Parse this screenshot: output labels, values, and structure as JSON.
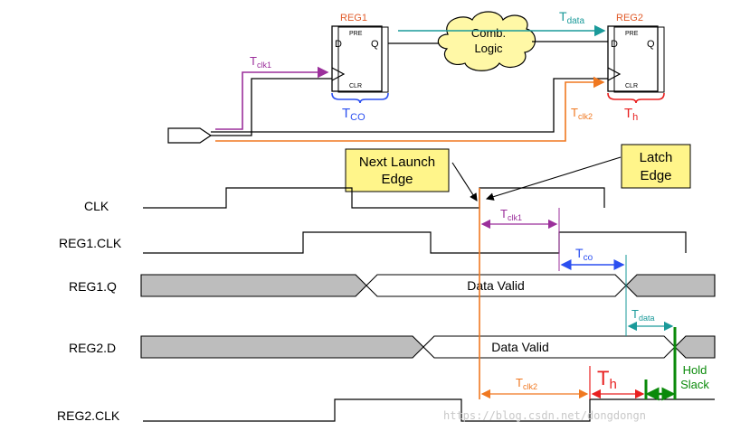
{
  "colors": {
    "wire": "#000000",
    "clk1": "#9b2f9b",
    "clk2": "#f07820",
    "data_path": "#1a9a9a",
    "tco": "#2b4ff0",
    "hold": "#e82020",
    "slack": "#0a8a0a",
    "callout_fill": "#fff58a",
    "bus_fill": "#bdbdbd",
    "cloud_fill": "#fff8a6",
    "reg_label": "#e05a28"
  },
  "circuit": {
    "reg1": {
      "name": "REG1",
      "d": "D",
      "q": "Q",
      "pre": "PRE",
      "clr": "CLR"
    },
    "reg2": {
      "name": "REG2",
      "d": "D",
      "q": "Q",
      "pre": "PRE",
      "clr": "CLR"
    },
    "comb_logic": {
      "line1": "Comb.",
      "line2": "Logic"
    },
    "t_data": {
      "base": "T",
      "sub": "data"
    },
    "t_clk1": {
      "base": "T",
      "sub": "clk1"
    },
    "t_co": {
      "base": "T",
      "sub": "CO"
    },
    "t_clk2": {
      "base": "T",
      "sub": "clk2"
    },
    "t_h": {
      "base": "T",
      "sub": "h"
    }
  },
  "callouts": {
    "launch": {
      "line1": "Next Launch",
      "line2": "Edge"
    },
    "latch": {
      "line1": "Latch",
      "line2": "Edge"
    }
  },
  "signals": {
    "clk": "CLK",
    "reg1_clk": "REG1.CLK",
    "reg1_q": "REG1.Q",
    "reg2_d": "REG2.D",
    "reg2_clk": "REG2.CLK"
  },
  "buses": {
    "reg1_q_text": "Data Valid",
    "reg2_d_text": "Data Valid"
  },
  "annotations": {
    "t_clk1": {
      "base": "T",
      "sub": "clk1"
    },
    "t_co": {
      "base": "T",
      "sub": "co"
    },
    "t_data": {
      "base": "T",
      "sub": "data"
    },
    "t_clk2": {
      "base": "T",
      "sub": "clk2"
    },
    "t_h": {
      "base": "T",
      "sub": "h"
    },
    "hold_slack": {
      "line1": "Hold",
      "line2": "Slack"
    }
  },
  "watermark": "https://blog.csdn.net/dongdongn"
}
